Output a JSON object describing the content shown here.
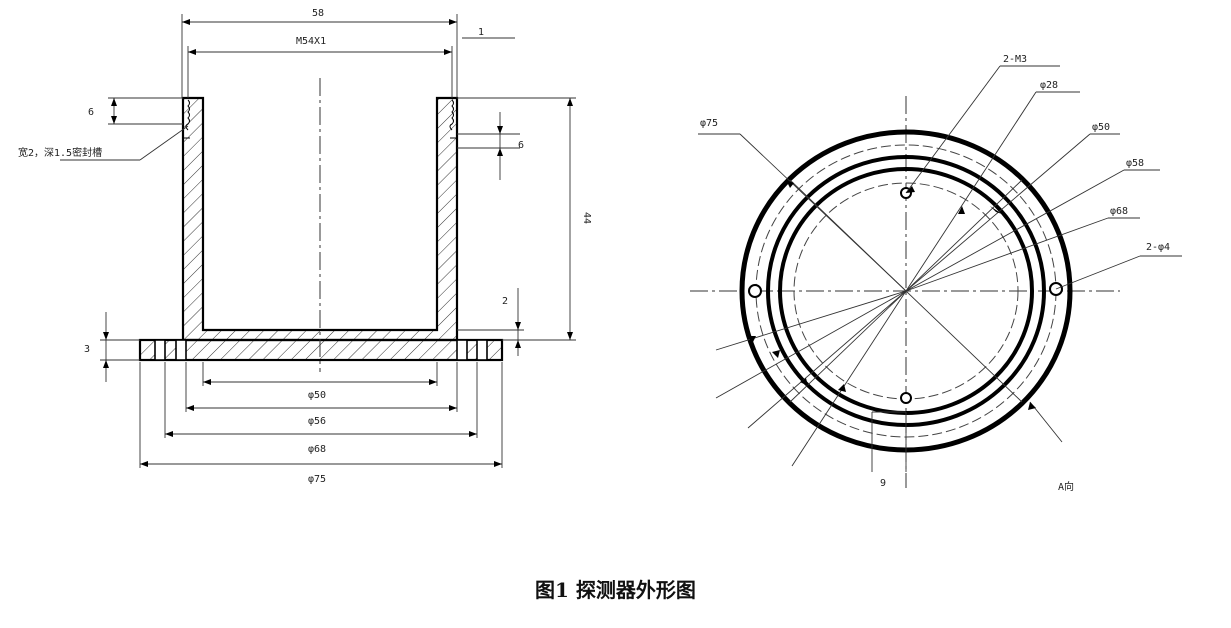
{
  "caption": "图1  探测器外形图",
  "side_view": {
    "dims": {
      "width_top": "58",
      "thread": "M54X1",
      "wall_gap": "1",
      "groove_depth": "6",
      "groove_note": "宽2，深1.5密封槽",
      "groove_right": "6",
      "height": "44",
      "floor": "2",
      "flange": "3",
      "d50": "φ50",
      "d56": "φ56",
      "d68": "φ68",
      "d75": "φ75"
    }
  },
  "top_view": {
    "dims": {
      "screws": "2-M3",
      "d28": "φ28",
      "d50": "φ50",
      "d58": "φ58",
      "d68": "φ68",
      "d75": "φ75",
      "holes": "2-φ4",
      "width9": "9",
      "section": "A向"
    }
  }
}
